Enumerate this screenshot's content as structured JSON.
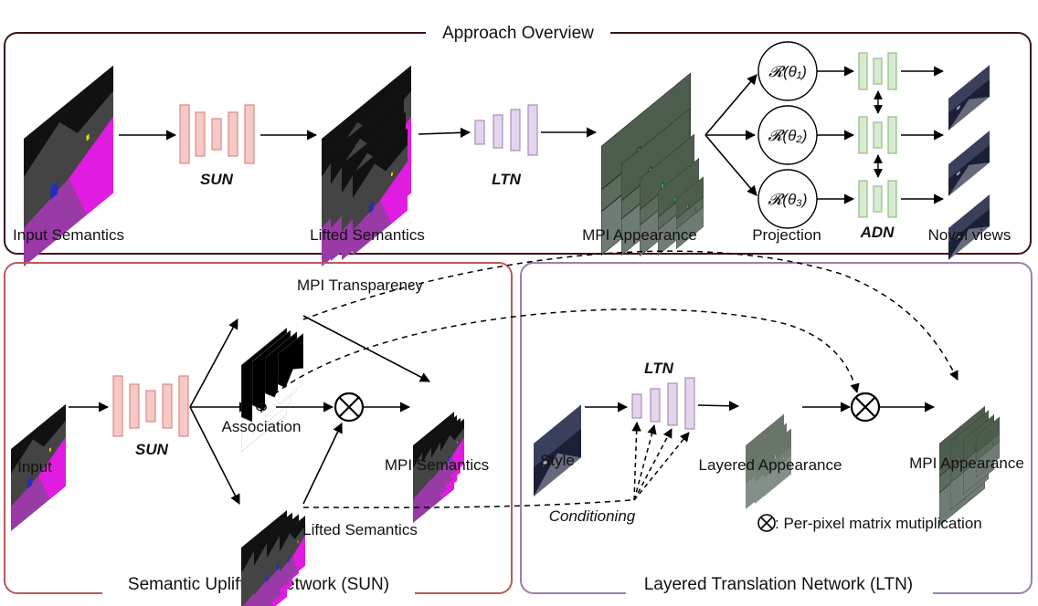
{
  "overview": {
    "title": "Approach Overview",
    "input_semantics": "Input Semantics",
    "sun": "SUN",
    "lifted_semantics": "Lifted Semantics",
    "ltn": "LTN",
    "mpi_appearance": "MPI Appearance",
    "projection": "Projection",
    "r1": "𝓡(θ₁)",
    "r2": "𝓡(θ₂)",
    "r3": "𝓡(θ₃)",
    "adn": "ADN",
    "novel_views": "Novel views"
  },
  "sun_panel": {
    "title": "Semantic Uplifting Network (SUN)",
    "input": "Input",
    "sun": "SUN",
    "mpi_transparency": "MPI Transparency",
    "phi": "Φ",
    "association": "Association",
    "lifted_semantics": "Lifted Semantics",
    "mpi_semantics": "MPI Semantics"
  },
  "ltn_panel": {
    "title": "Layered Translation Network (LTN)",
    "style": "Style",
    "ltn": "LTN",
    "layered_appearance": "Layered Appearance",
    "mpi_appearance": "MPI Appearance",
    "conditioning": "Conditioning",
    "legend": ": Per-pixel matrix mutiplication"
  },
  "colors": {
    "overview_border": "#3a1414",
    "sun_border": "#b85a5a",
    "ltn_border": "#9a7fb0",
    "sun_block": "#f6c9c6",
    "sun_block_stroke": "#d98a86",
    "ltn_block": "#e3d5ea",
    "ltn_block_stroke": "#a98cbd",
    "adn_block": "#d6ebcf",
    "adn_block_stroke": "#8fbf86",
    "magenta": "#e01ce0",
    "purple_road": "#9a3aa6"
  }
}
